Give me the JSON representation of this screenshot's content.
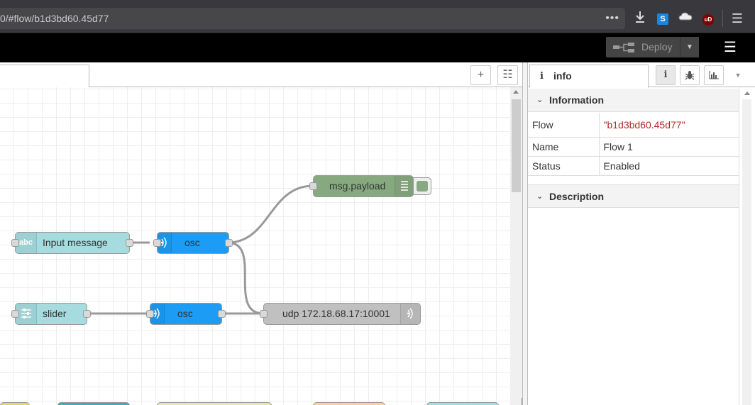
{
  "browser": {
    "url": "0/#flow/b1d3bd60.45d77",
    "url_more": "•••",
    "toolbar_icons": [
      "download-icon",
      "extension-s-icon",
      "extension-cloud-icon",
      "ublock-icon",
      "hamburger-menu-icon"
    ],
    "ext_s_letter": "S",
    "ext_ub_letter": "uD"
  },
  "header": {
    "deploy_label": "Deploy",
    "deploy_menu_glyph": "▼",
    "menu_glyph": "☰"
  },
  "workspace": {
    "add_tab_glyph": "+",
    "list_tabs_glyph": "☷"
  },
  "nodes": {
    "debug": {
      "label": "msg.payload",
      "color": "#87a980"
    },
    "inject": {
      "label": "Input message",
      "color": "#a6dcdf",
      "icon_text": "abc"
    },
    "osc1": {
      "label": "osc",
      "color": "#1c9cf5"
    },
    "slider": {
      "label": "slider",
      "color": "#a6dcdf"
    },
    "osc2": {
      "label": "osc",
      "color": "#1c9cf5"
    },
    "udp": {
      "label": "udp 172.18.68.17:10001",
      "color": "#c0c0c0"
    }
  },
  "sidebar": {
    "tab_label": "info",
    "tab_icon": "i",
    "info_btn_glyph": "i",
    "more_glyph": "▼",
    "information_title": "Information",
    "description_title": "Description",
    "chevron_glyph": "⌄",
    "rows": [
      {
        "key": "Flow",
        "value": "\"b1d3bd60.45d77\""
      },
      {
        "key": "Name",
        "value": "Flow 1"
      },
      {
        "key": "Status",
        "value": "Enabled"
      }
    ]
  }
}
